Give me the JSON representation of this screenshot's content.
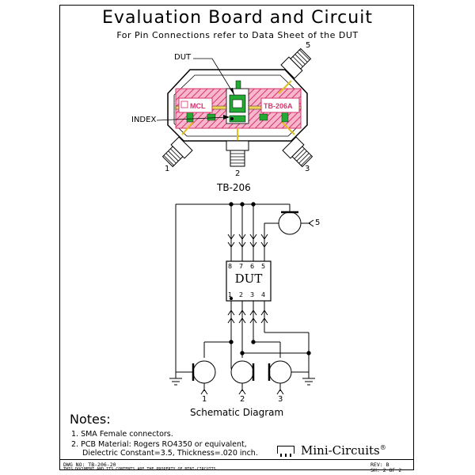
{
  "header": {
    "title": "Evaluation Board and Circuit",
    "subtitle": "For Pin Connections refer to Data Sheet of the DUT"
  },
  "board": {
    "dut_label": "DUT",
    "index_label": "INDEX",
    "mcl_label": "MCL",
    "part_label": "TB-206A",
    "port_1": "1",
    "port_2": "2",
    "port_3": "3",
    "port_5": "5",
    "caption": "TB-206"
  },
  "schematic": {
    "dut_label": "DUT",
    "pins_top": [
      "8",
      "7",
      "6",
      "5"
    ],
    "pins_bottom": [
      "1",
      "2",
      "3",
      "4"
    ],
    "port_1": "1",
    "port_2": "2",
    "port_3": "3",
    "port_5": "5",
    "caption": "Schematic Diagram"
  },
  "notes": {
    "title": "Notes:",
    "items": [
      "1. SMA Female connectors.",
      "2. PCB Material: Rogers RO4350 or equivalent,",
      "Dielectric Constant=3.5, Thickness=.020 inch."
    ]
  },
  "footer": {
    "dwg_no": "DWG NO: TB-206-20",
    "disclaimer": "THIS DOCUMENT AND ITS CONTENTS ARE THE PROPERTY OF MINI-CIRCUITS.",
    "rev": "REV: B",
    "sheet": "SH: 2 OF 2",
    "logo": "Mini-Circuits",
    "logo_mark": "®"
  },
  "colors": {
    "board_hatch": "#e0457b",
    "pad_green": "#22aa33",
    "pad_yellow": "#e0c020"
  }
}
